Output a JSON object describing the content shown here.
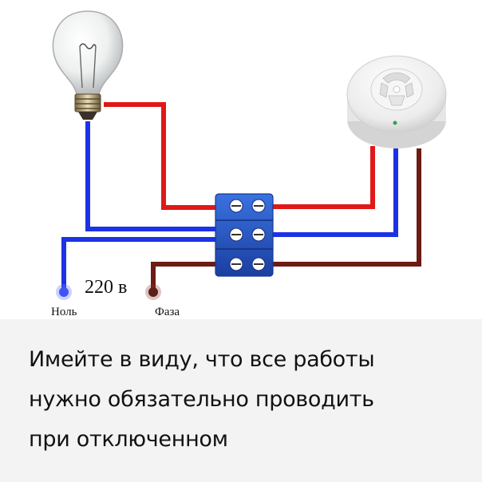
{
  "diagram": {
    "voltage_label": "220 в",
    "neutral_label": "Ноль",
    "phase_label": "Фаза",
    "icons": [
      "light-bulb-icon",
      "motion-sensor-icon",
      "terminal-block-icon"
    ],
    "colors": {
      "phase_wire": "#e01818",
      "neutral_wire": "#1c32e6",
      "feed_wire": "#6b1c14",
      "terminal_block": "#2255c8"
    }
  },
  "caption": {
    "line1": "Имейте в виду, что все работы",
    "line2": "нужно обязательно проводить",
    "line3": "при отключенном"
  }
}
